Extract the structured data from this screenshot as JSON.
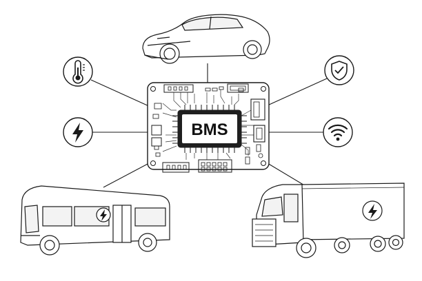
{
  "board": {
    "chip_label": "BMS"
  },
  "icons": {
    "temperature": "thermometer-icon",
    "power": "lightning-bolt-icon",
    "security": "shield-check-icon",
    "connectivity": "wifi-icon"
  },
  "vehicles": {
    "car": "electric-car",
    "bus": "electric-bus",
    "truck": "electric-truck"
  },
  "colors": {
    "line": "#1a1a1a",
    "chip": "#1f1f1f",
    "board": "#ffffff"
  }
}
